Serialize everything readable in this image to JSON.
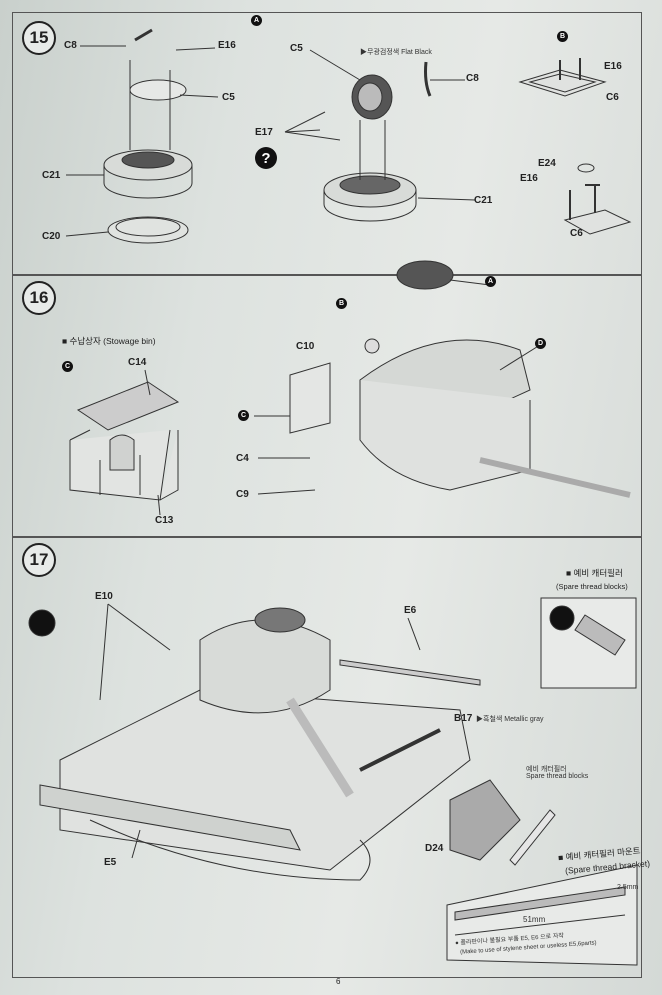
{
  "steps": {
    "s15": {
      "number": "15",
      "labels": {
        "c8": "C8",
        "e16": "E16",
        "c5": "C5",
        "c21": "C21",
        "c20": "C20"
      },
      "marker_a": "A",
      "detail_a": {
        "c5": "C5",
        "paint_note": "▶무광검정색 Flat Black",
        "c8": "C8",
        "e17": "E17",
        "c21": "C21"
      },
      "marker_b": "B",
      "detail_b": {
        "e16": "E16",
        "c6": "C6",
        "e24": "E24",
        "e16_2": "E16",
        "c6_2": "C6"
      }
    },
    "s16": {
      "number": "16",
      "stowage_title": "■ 수납상자 (Stowage bin)",
      "marker_c": "C",
      "labels": {
        "c14": "C14",
        "c13": "C13",
        "c10": "C10",
        "c4": "C4",
        "c9": "C9"
      },
      "markers": {
        "a": "A",
        "b": "B",
        "c": "C",
        "d": "D"
      }
    },
    "s17": {
      "number": "17",
      "labels": {
        "e10": "E10",
        "e6": "E6",
        "e5": "E5",
        "d24": "D24",
        "b17": "B17"
      },
      "b17_note": "▶흑철색 Metallic gray",
      "spare_blocks_header_ko": "■ 예비 캐터필러",
      "spare_blocks_header_en": "(Spare thread blocks)",
      "spare_blocks_label_ko": "예비 캐터필러",
      "spare_blocks_label_en": "Spare thread blocks",
      "bracket_header_ko": "■ 예비 캐터필러 마운트",
      "bracket_header_en": "(Spare thread bracket)",
      "dim_thickness": "2.5mm",
      "dim_length": "51mm",
      "bracket_note_ko": "● 플라판이나 불필요 부품 E5, E6 으로 자작",
      "bracket_note_en": "(Make to use of stylene sheet or useless E5,6parts)"
    }
  },
  "page_number": "6"
}
